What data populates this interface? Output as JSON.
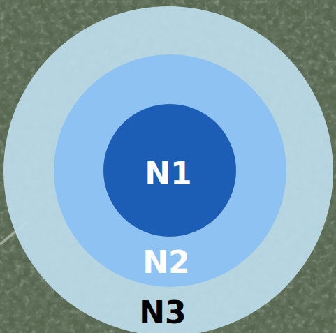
{
  "diagram": {
    "nodes": [
      {
        "text": [
          "N3"
        ]
      },
      {
        "text": [
          "N2"
        ],
        "in": 0
      },
      {
        "text": [
          "N1"
        ],
        "in": 1
      }
    ]
  }
}
